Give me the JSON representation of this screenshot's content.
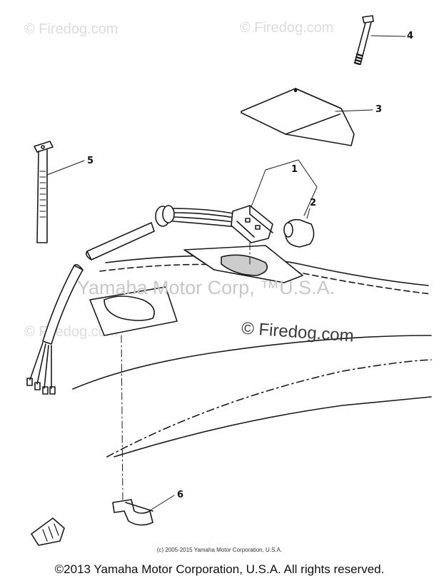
{
  "watermarks": {
    "firedog_1": "© Firedog.com",
    "firedog_2": "© Firedog.com",
    "firedog_3": "© Firedog.com",
    "firedog_center": "© Firedog.com",
    "yamaha_corp": "Yamaha Motor Corp, ™U.S.A."
  },
  "callouts": {
    "part_1": "1",
    "part_2": "2",
    "part_3": "3",
    "part_4": "4",
    "part_5": "5",
    "part_6": "6"
  },
  "footer": {
    "fine_print": "(c) 2005-2015 Yamaha Motor Corporation, U.S.A.",
    "copyright": "©2013 Yamaha Motor Corporation, U.S.A. All rights reserved."
  },
  "colors": {
    "line": "#1a1a1a",
    "watermark": "#dcdcdc",
    "background": "#ffffff"
  }
}
